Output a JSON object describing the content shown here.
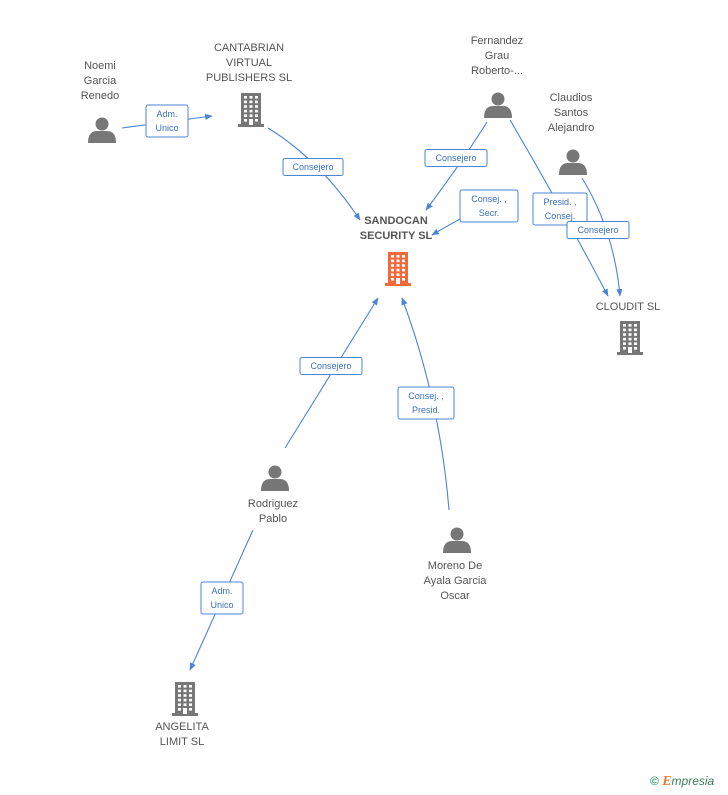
{
  "nodes": [
    {
      "id": "sandocan",
      "type": "company-main",
      "lines": [
        "SANDOCAN",
        "SECURITY SL"
      ]
    },
    {
      "id": "cantabrian",
      "type": "company",
      "lines": [
        "CANTABRIAN",
        "VIRTUAL",
        "PUBLISHERS SL"
      ]
    },
    {
      "id": "cloudit",
      "type": "company",
      "lines": [
        "CLOUDIT SL"
      ]
    },
    {
      "id": "angelita",
      "type": "company",
      "lines": [
        "ANGELITA",
        "LIMIT SL"
      ]
    },
    {
      "id": "noemi",
      "type": "person",
      "lines": [
        "Noemi",
        "Garcia",
        "Renedo"
      ]
    },
    {
      "id": "fernandez",
      "type": "person",
      "lines": [
        "Fernandez",
        "Grau",
        "Roberto-..."
      ]
    },
    {
      "id": "claudios",
      "type": "person",
      "lines": [
        "Claudios",
        "Santos",
        "Alejandro"
      ]
    },
    {
      "id": "rodriguez",
      "type": "person",
      "lines": [
        "Rodriguez",
        "Pablo"
      ]
    },
    {
      "id": "moreno",
      "type": "person",
      "lines": [
        "Moreno De",
        "Ayala Garcia",
        "Oscar"
      ]
    }
  ],
  "edges": [
    {
      "id": "noemi-cantabrian",
      "lines": [
        "Adm.",
        "Unico"
      ]
    },
    {
      "id": "cantabrian-sandocan",
      "lines": [
        "Consejero"
      ]
    },
    {
      "id": "fernandez-sandocan-consejero",
      "lines": [
        "Consejero"
      ]
    },
    {
      "id": "fernandez-sandocan-secr",
      "lines": [
        "Consej. ,",
        "Secr."
      ]
    },
    {
      "id": "fernandez-cloudit",
      "lines": [
        "Presid. ,",
        "Consej."
      ]
    },
    {
      "id": "claudios-cloudit",
      "lines": [
        "Consejero"
      ]
    },
    {
      "id": "rodriguez-sandocan",
      "lines": [
        "Consejero"
      ]
    },
    {
      "id": "moreno-sandocan",
      "lines": [
        "Consej. ,",
        "Presid."
      ]
    },
    {
      "id": "rodriguez-angelita",
      "lines": [
        "Adm.",
        "Unico"
      ]
    }
  ],
  "colors": {
    "main_company": "#f26a3c",
    "company": "#777777",
    "person": "#777777",
    "edge": "#4a86d4",
    "label_text": "#555555",
    "edge_label_text": "#3a6fbf"
  },
  "brand": {
    "copyright": "©",
    "initial": "E",
    "rest": "mpresia"
  }
}
